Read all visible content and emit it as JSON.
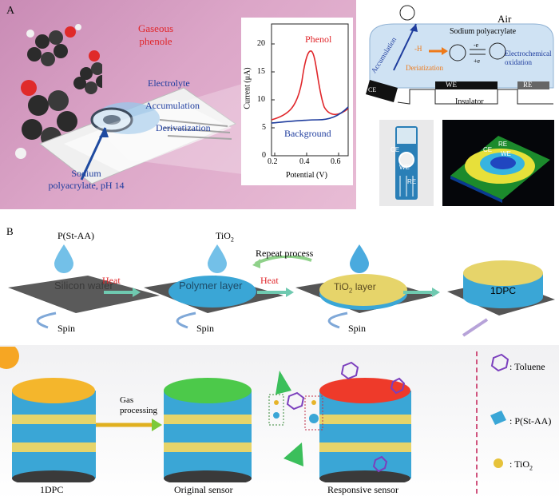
{
  "panel_a": {
    "letter": "A",
    "gaseous_phenole_line1": "Gaseous",
    "gaseous_phenole_line2": "phenole",
    "electrolyte": "Electrolyte",
    "accumulation": "Accumulation",
    "derivatization": "Derivatization",
    "sodium_line1": "Sodium",
    "sodium_line2": "polyacrylate, pH 14",
    "plot": {
      "ylabel": "Current (μA)",
      "xlabel": "Potential (V)",
      "yticks": [
        "0",
        "5",
        "10",
        "15",
        "20"
      ],
      "xticks": [
        "0.2",
        "0.4",
        "0.6"
      ],
      "phenol_label": "Phenol",
      "background_label": "Background"
    },
    "schematic": {
      "air": "Air",
      "sodium_polyacrylate": "Sodium polyacrylate",
      "accumulation": "Accumulation",
      "deriatization": "Deriatization",
      "minus_h": "-H",
      "electrochemical_line1": "Electrochemical",
      "electrochemical_line2": "oxidation",
      "minus_e": "-e",
      "plus_e": "+e",
      "ce": "CE",
      "we": "WE",
      "re": "RE",
      "insulator": "Insulator"
    },
    "photo_labels": {
      "ce": "CE",
      "we": "WE",
      "re": "RE"
    },
    "map_labels": {
      "ce": "CE",
      "we": "WE",
      "re": "RE"
    }
  },
  "panel_b": {
    "letter": "B",
    "pst_aa": "P(St-AA)",
    "tio2_top": "TiO",
    "silicon_wafer": "Silicon wafer",
    "heat1": "Heat",
    "heat2": "Heat",
    "spin1": "Spin",
    "spin2": "Spin",
    "spin3": "Spin",
    "polymer_layer": "Polymer layer",
    "tio2_layer": "TiO",
    "tio2_layer_suffix": "layer",
    "repeat_process": "Repeat process",
    "onedpc_top": "1DPC",
    "gas_line1": "Gas",
    "gas_line2": "processing",
    "onedpc_bottom": "1DPC",
    "original_sensor": "Original sensor",
    "responsive_sensor": "Responsive sensor",
    "legend_toluene": ": Toluene",
    "legend_pst": ": P(St-AA)",
    "legend_tio2": ": TiO",
    "sub2": "2"
  },
  "colors": {
    "phenol_curve": "#e0262a",
    "background_curve": "#1f3d9e",
    "polymer": "#3aa6d6",
    "tio2": "#e6d46a",
    "green_top": "#4cc94a",
    "red_top": "#ee3a2a",
    "orange_top": "#f4b62c",
    "toluene": "#7b3fbd"
  }
}
